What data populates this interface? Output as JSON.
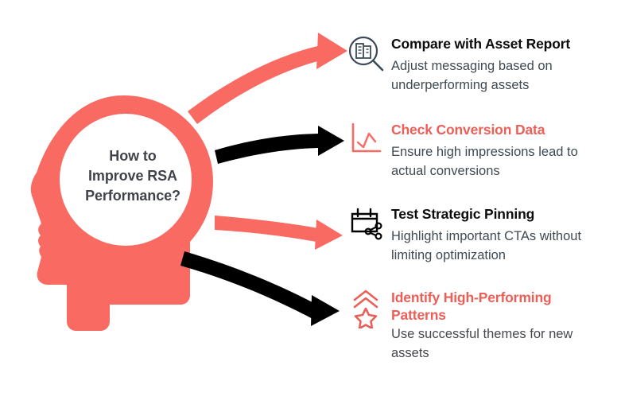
{
  "palette": {
    "coral": "#F96A62",
    "coral_text": "#EC5F58",
    "black_arrow": "#000000",
    "navy_icon": "#3B4A5A",
    "body_text": "#3F4A52",
    "title_text": "#0C0C0C",
    "center_text": "#40444A",
    "background": "#FFFFFF"
  },
  "center": {
    "line1": "How to",
    "line2": "Improve RSA",
    "line3": "Performance?",
    "full_text": "How to Improve RSA Performance?"
  },
  "items": [
    {
      "index": 1,
      "icon": "magnifier-asset-report-icon",
      "icon_color": "#3B4A5A",
      "title": "Compare with Asset Report",
      "title_color": "#0C0C0C",
      "description": "Adjust messaging based on underperforming assets",
      "arrow": {
        "name": "curved-arrow-1",
        "color": "#F96A62"
      }
    },
    {
      "index": 2,
      "icon": "line-chart-icon",
      "icon_color": "#F96A62",
      "title": "Check Conversion Data",
      "title_color": "#EC5F58",
      "description": "Ensure high impressions lead to actual conversions",
      "arrow": {
        "name": "curved-arrow-2",
        "color": "#000000"
      }
    },
    {
      "index": 3,
      "icon": "calendar-share-icon",
      "icon_color": "#000000",
      "title": "Test Strategic Pinning",
      "title_color": "#0C0C0C",
      "description": "Highlight important CTAs without limiting optimization",
      "arrow": {
        "name": "curved-arrow-3",
        "color": "#F96A62"
      }
    },
    {
      "index": 4,
      "icon": "chevrons-star-icon",
      "icon_color": "#EC5F58",
      "title": "Identify High-Performing Patterns",
      "title_color": "#EC5F58",
      "description": "Use successful themes for new assets",
      "arrow": {
        "name": "curved-arrow-4",
        "color": "#000000"
      }
    }
  ]
}
